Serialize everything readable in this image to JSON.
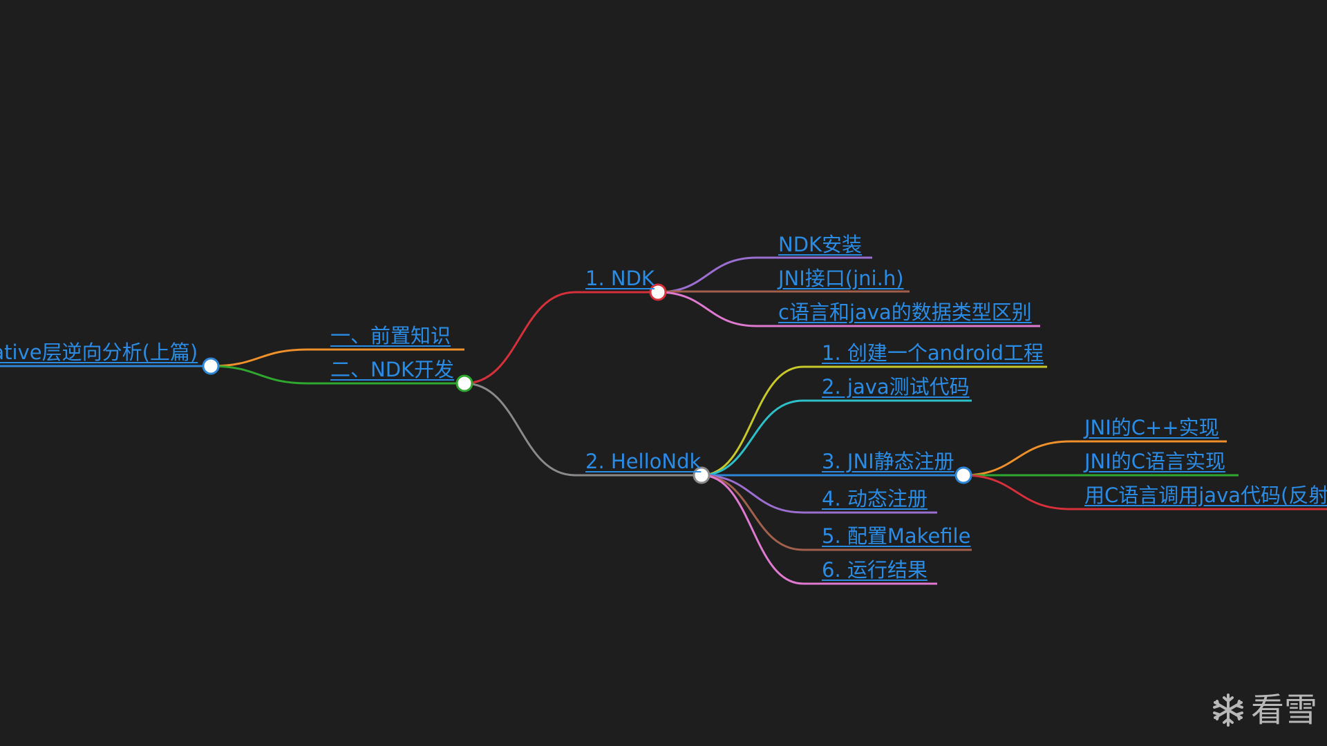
{
  "colors": {
    "background": "#1e1e1e",
    "link": "#2b8ce6",
    "orange": "#f0902a",
    "green": "#2fa82f",
    "red": "#d6303a",
    "gray": "#8a8a8a",
    "purple": "#9b6fd0",
    "brown": "#a0604c",
    "pink": "#e07ad0",
    "yellow": "#c8c82a",
    "cyan": "#2ec0c8",
    "blue": "#2e86d6"
  },
  "mindmap": {
    "root": {
      "label": "native层逆向分析(上篇)"
    },
    "branch_prereq": {
      "label": "一、前置知识"
    },
    "branch_ndk_dev": {
      "label": "二、NDK开发"
    },
    "ndk": {
      "label": "1. NDK",
      "children": [
        "NDK安装",
        "JNI接口(jni.h)",
        "c语言和java的数据类型区别"
      ]
    },
    "hellondk": {
      "label": "2. HelloNdk",
      "children": [
        "1. 创建一个android工程",
        "2. java测试代码",
        "3. JNI静态注册",
        "4. 动态注册",
        "5. 配置Makefile",
        "6. 运行结果"
      ]
    },
    "jni_static": {
      "children": [
        "JNI的C++实现",
        "JNI的C语言实现",
        "用C语言调用java代码(反射)"
      ]
    }
  },
  "watermark": {
    "icon": "snowflake-icon",
    "text": "看雪"
  }
}
